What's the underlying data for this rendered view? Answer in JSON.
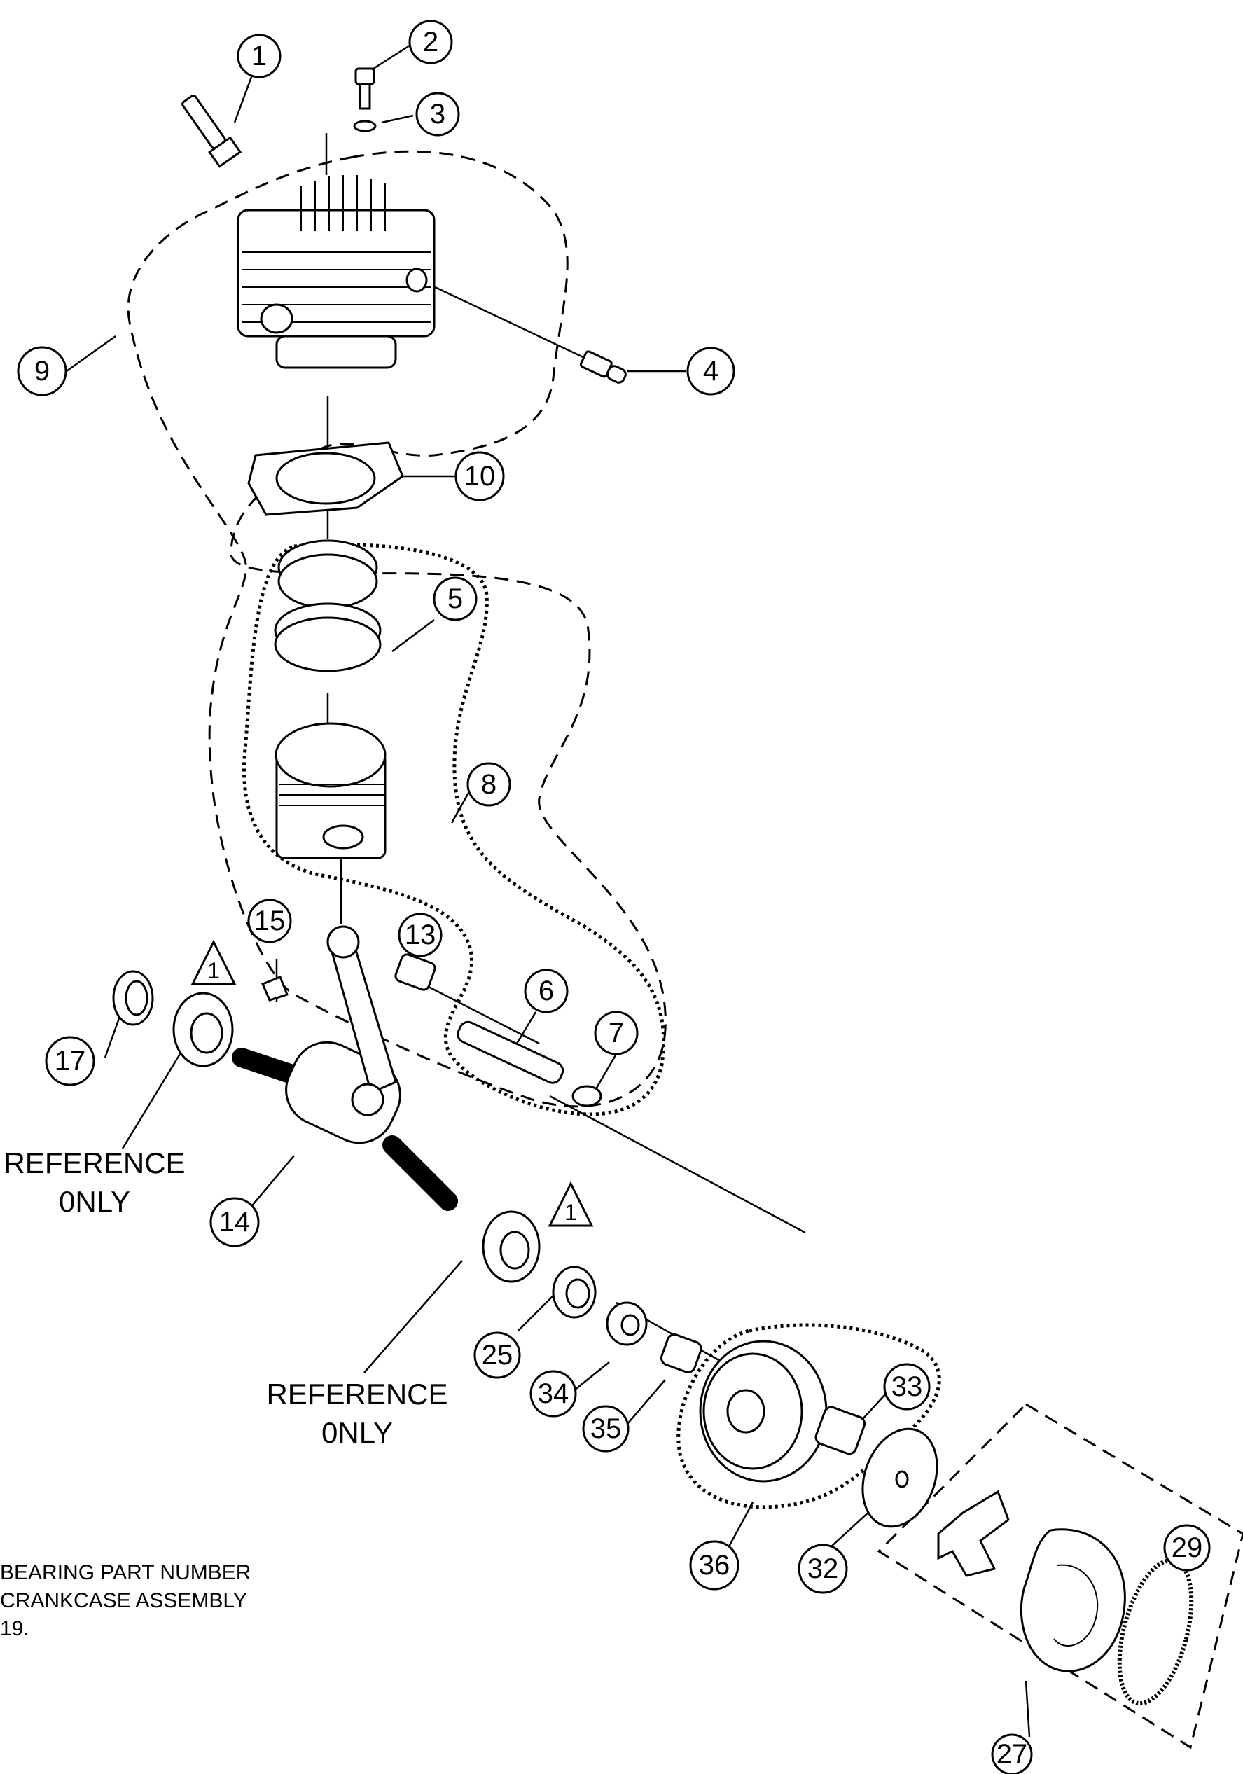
{
  "callouts": {
    "c1": "1",
    "c2": "2",
    "c3": "3",
    "c4": "4",
    "c5": "5",
    "c6": "6",
    "c7": "7",
    "c8": "8",
    "c9": "9",
    "c10": "10",
    "c13": "13",
    "c14": "14",
    "c15": "15",
    "c17": "17",
    "c25": "25",
    "c27": "27",
    "c29": "29",
    "c32": "32",
    "c33": "33",
    "c34": "34",
    "c35": "35",
    "c36": "36"
  },
  "warning_marks": {
    "left": "1",
    "right": "1"
  },
  "reference_left": {
    "line1": "REFERENCE",
    "line2": "0NLY"
  },
  "reference_bottom": {
    "line1": "REFERENCE",
    "line2": "0NLY"
  },
  "note": {
    "line1": "BEARING PART NUMBER",
    "line2": "CRANKCASE ASSEMBLY",
    "line3": "19."
  }
}
